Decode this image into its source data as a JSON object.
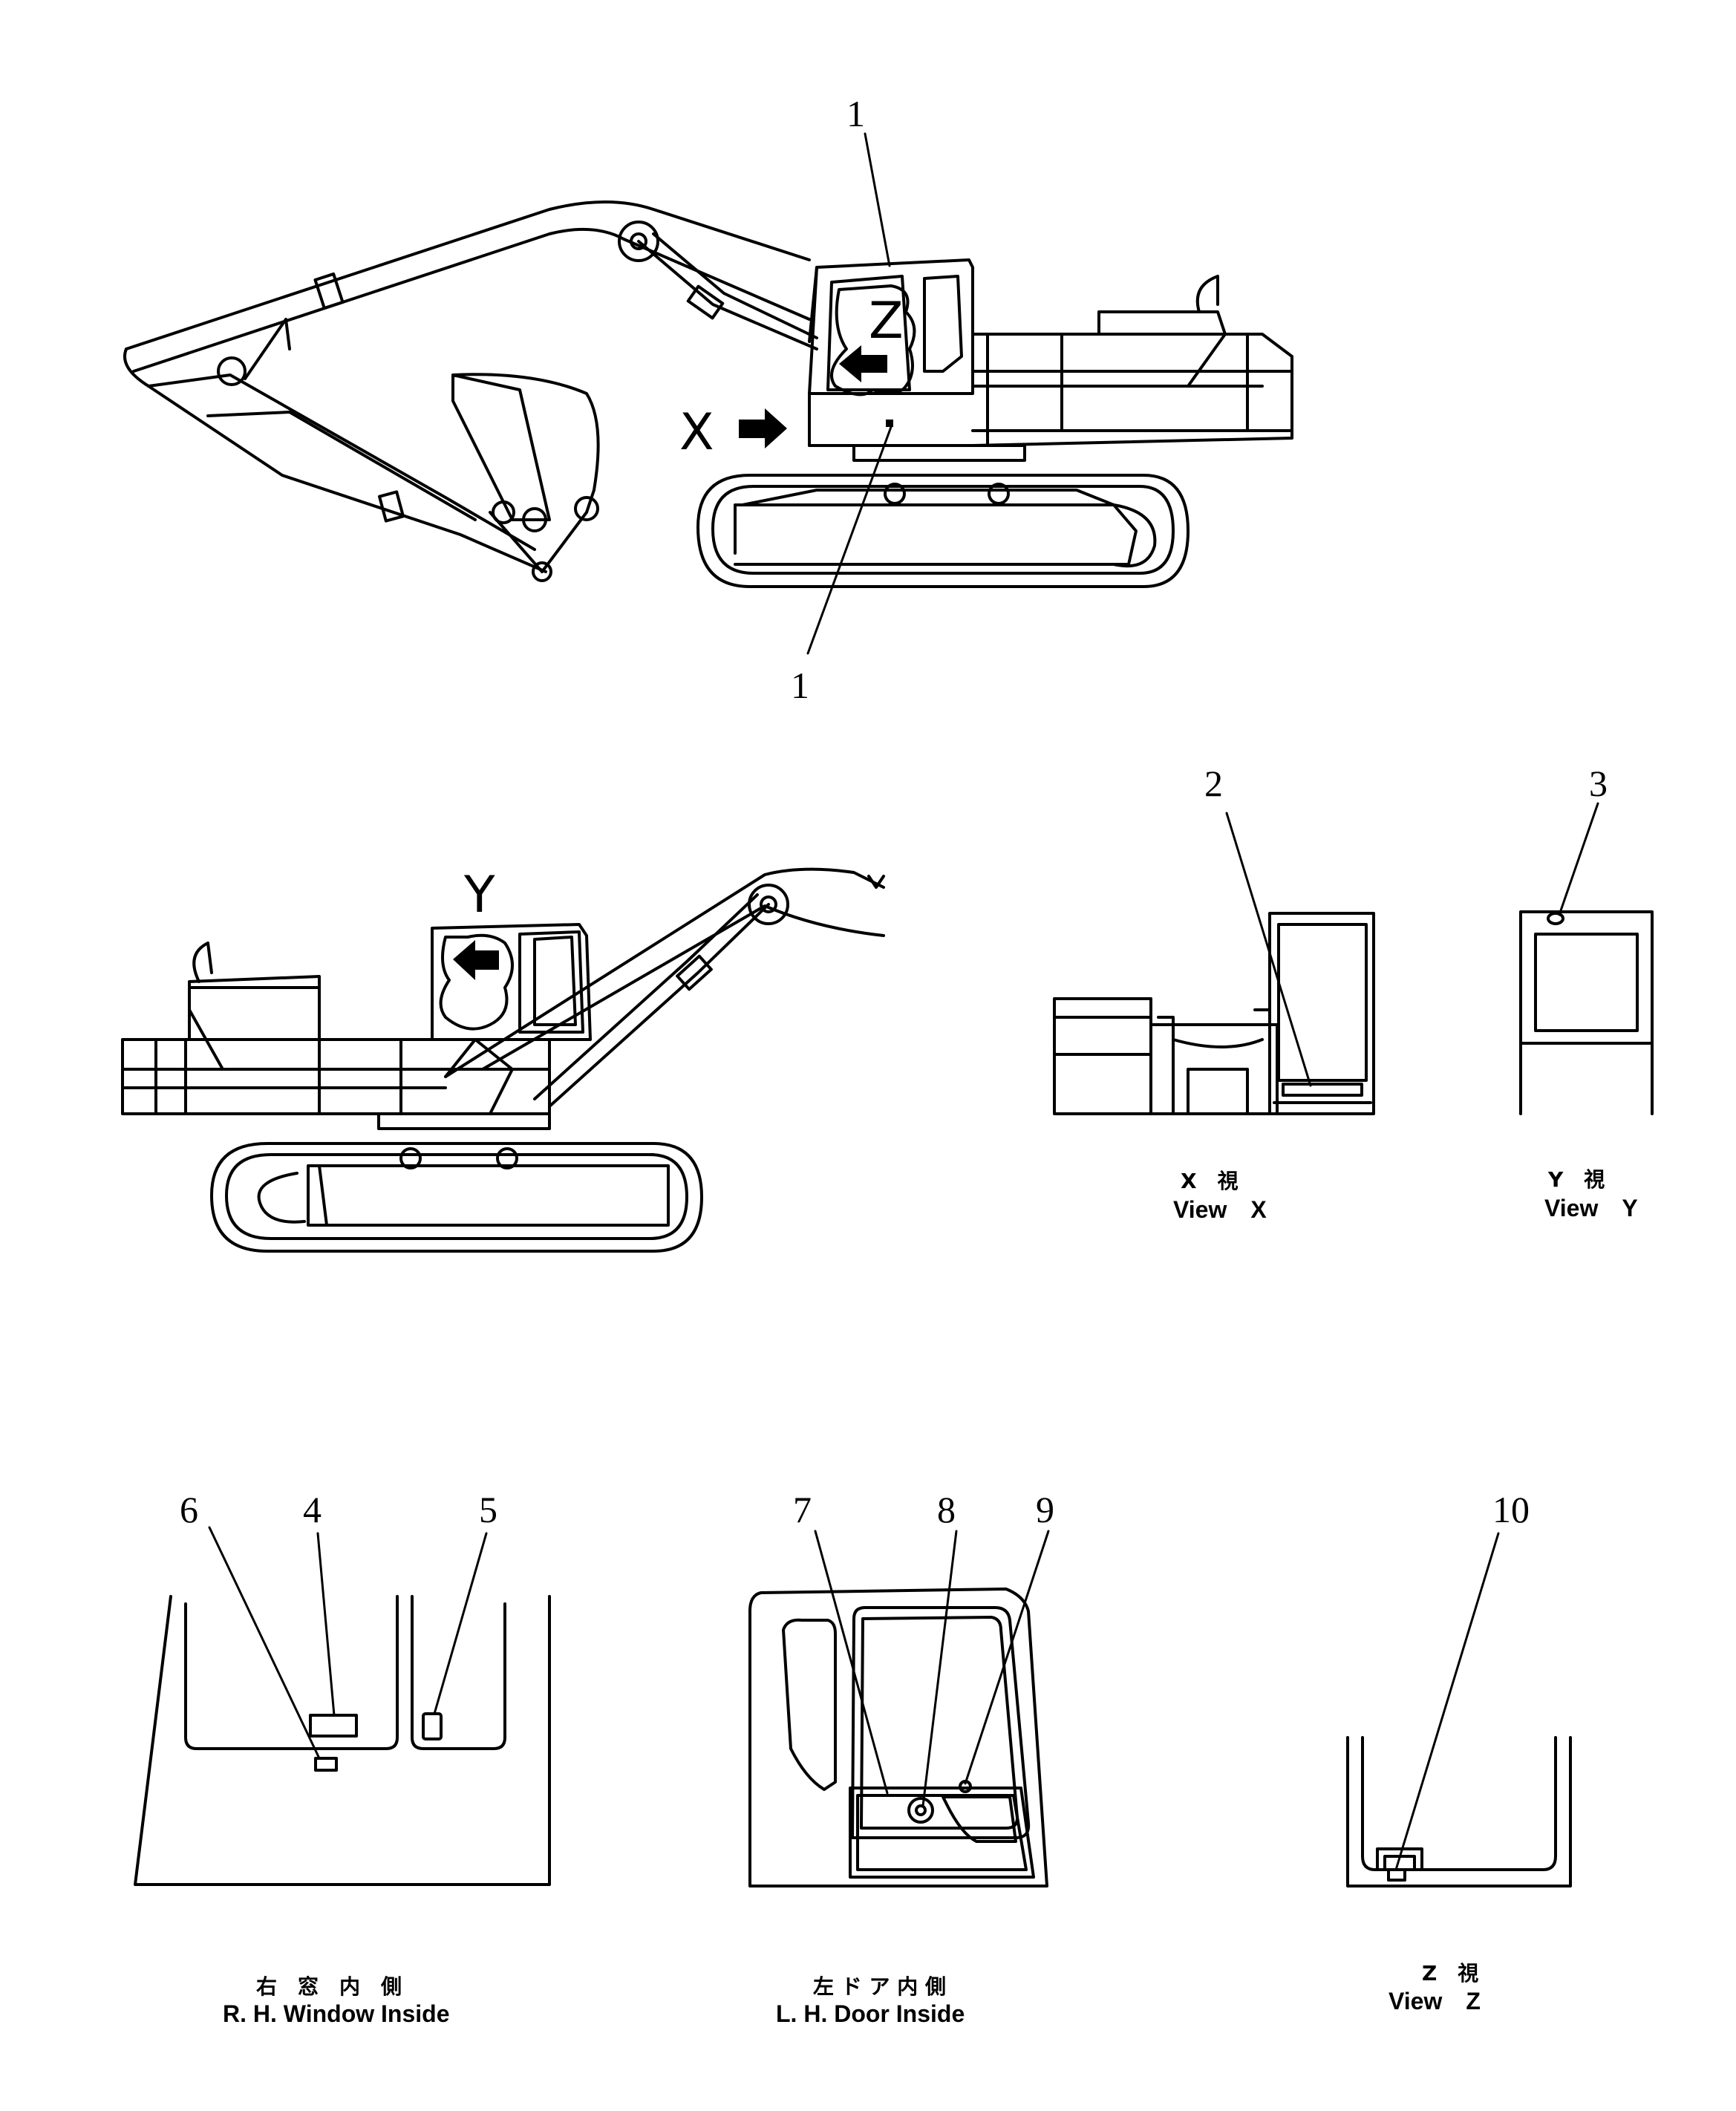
{
  "callouts": {
    "c1_top": "1",
    "c1_bottom": "1",
    "c2": "2",
    "c3": "3",
    "c4": "4",
    "c5": "5",
    "c6": "6",
    "c7": "7",
    "c8": "8",
    "c9": "9",
    "c10": "10"
  },
  "view_markers": {
    "x": "X",
    "y": "Y",
    "z": "Z"
  },
  "captions": {
    "view_x_jp": "X　視",
    "view_x_en": "View　X",
    "view_y_jp": "Y　視",
    "view_y_en": "View　Y",
    "rh_window_jp": "右　窓　内　側",
    "rh_window_en": "R. H.  Window  Inside",
    "lh_door_jp": "左 ド ア 内 側",
    "lh_door_en": "L. H.  Door  Inside",
    "view_z_jp": "Z　視",
    "view_z_en": "View　Z"
  }
}
